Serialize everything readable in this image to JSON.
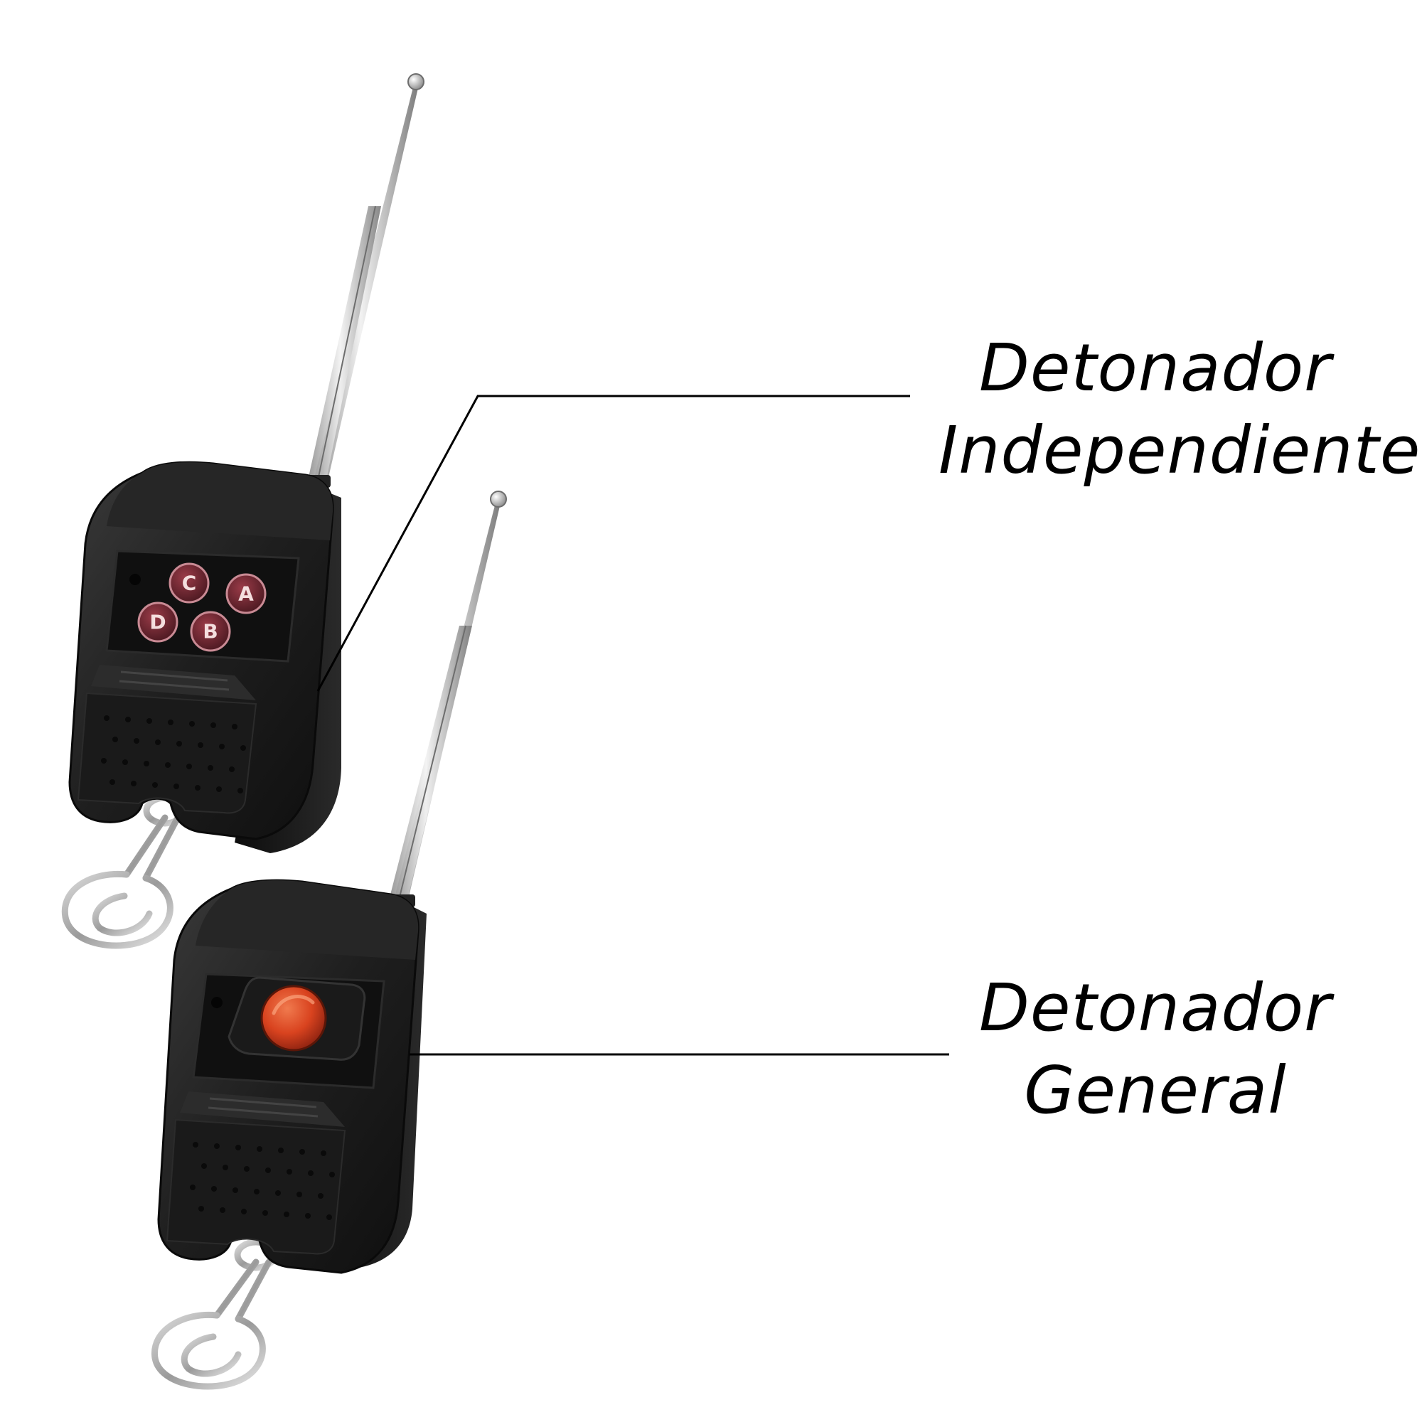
{
  "labels": {
    "independent": {
      "line1": "Detonador",
      "line2": "Independiente"
    },
    "general": {
      "line1": "Detonador",
      "line2": "General"
    }
  },
  "remote_independent": {
    "buttons": [
      "C",
      "A",
      "D",
      "B"
    ]
  },
  "colors": {
    "body": "#1c1c1c",
    "button_red": "#c8341b",
    "button_ring": "#7a2a33",
    "antenna": "#b9b9b9",
    "callout_line": "#000000"
  }
}
